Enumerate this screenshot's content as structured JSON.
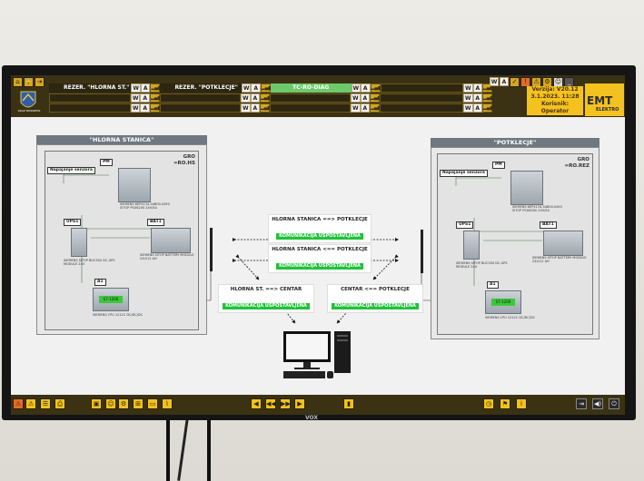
{
  "header": {
    "logo_text": "DRAZ BOSNIENS",
    "rows": [
      {
        "name": "REZER. \"HLORNA ST.\"",
        "w": "W",
        "a": "A",
        "name2": "REZER. \"POTKLECJE\"",
        "w2": "W",
        "a2": "A",
        "status": "TC-RO-DIAG",
        "w3": "W",
        "a3": "A",
        "w4": "W",
        "a4": "A"
      },
      {
        "w": "W",
        "a": "A",
        "w2": "W",
        "a2": "A",
        "w3": "W",
        "a3": "A",
        "w4": "W",
        "a4": "A"
      },
      {
        "w": "W",
        "a": "A",
        "w2": "W",
        "a2": "A",
        "w3": "W",
        "a3": "A",
        "w4": "W",
        "a4": "A"
      }
    ],
    "right_wa": {
      "w": "W",
      "a": "A"
    },
    "version": "Verzija: V20.12",
    "date": "3.1.2023. 11:28",
    "user_label": "Korisnik:",
    "user": "Operator",
    "brand_big": "EMT",
    "brand_small": "ELEKTRO"
  },
  "left_panel": {
    "title": "\"HLORNA STANICA\"",
    "gro": "GRO",
    "gro_code": "=RO.HS",
    "supply": "Napajanje senzora",
    "pm_label": "PM",
    "pm_name": "SIEMENS 6EP4134-3AB00-0AY0 SITOP PSU6200 24V/5A",
    "ups_label": "UPS1",
    "ups_name": "SIEMENS SITOP BUC300 DC-UPS MODULE 24V",
    "bat_label": "BAT1",
    "bat_name": "SIEMENS SITOP BATTERY MODULE 24V/12 AH",
    "a1_label": "A1",
    "plc_text": "S7-1200",
    "plc_name": "SIEMENS CPU 1212C DC/DC/DC"
  },
  "right_panel": {
    "title": "\"POTKLECJE\"",
    "gro": "GRO",
    "gro_code": "=RO.REZ",
    "supply": "Napajanje senzora",
    "pm_label": "PM",
    "pm_name": "SIEMENS 6EP4134-3AB00-0AY0 SITOP PSU6200 24V/5A",
    "ups_label": "UPS1",
    "ups_name": "SIEMENS SITOP BUC300 DC-UPS MODULE 24V",
    "bat_label": "BAT1",
    "bat_name": "SIEMENS SITOP BATTERY MODULE 24V/12 AH",
    "a1_label": "A1",
    "plc_text": "S7-1200",
    "plc_name": "SIEMENS CPU 1212C DC/DC/DC"
  },
  "links": {
    "hs_to_pot": {
      "title": "HLORNA STANICA ==> POTKLECJE",
      "status": "KOMUNIKACIJA USPOSTAVLJENA"
    },
    "pot_to_hs": {
      "title": "HLORNA STANICA <== POTKLECJE",
      "status": "KOMUNIKACIJA USPOSTAVLJENA"
    },
    "hs_center": {
      "title": "HLORNA ST. ==> CENTAR",
      "status": "KOMUNIKACIJA USPOSTAVLJENA"
    },
    "center_pot": {
      "title": "CENTAR <== POTKLECJE",
      "status": "KOMUNIKACIJA USPOSTAVLJENA"
    }
  },
  "tv_brand": "VOX",
  "colors": {
    "header_bg": "#3b3214",
    "accent": "#f0c21c",
    "status_green": "#22c13a"
  }
}
